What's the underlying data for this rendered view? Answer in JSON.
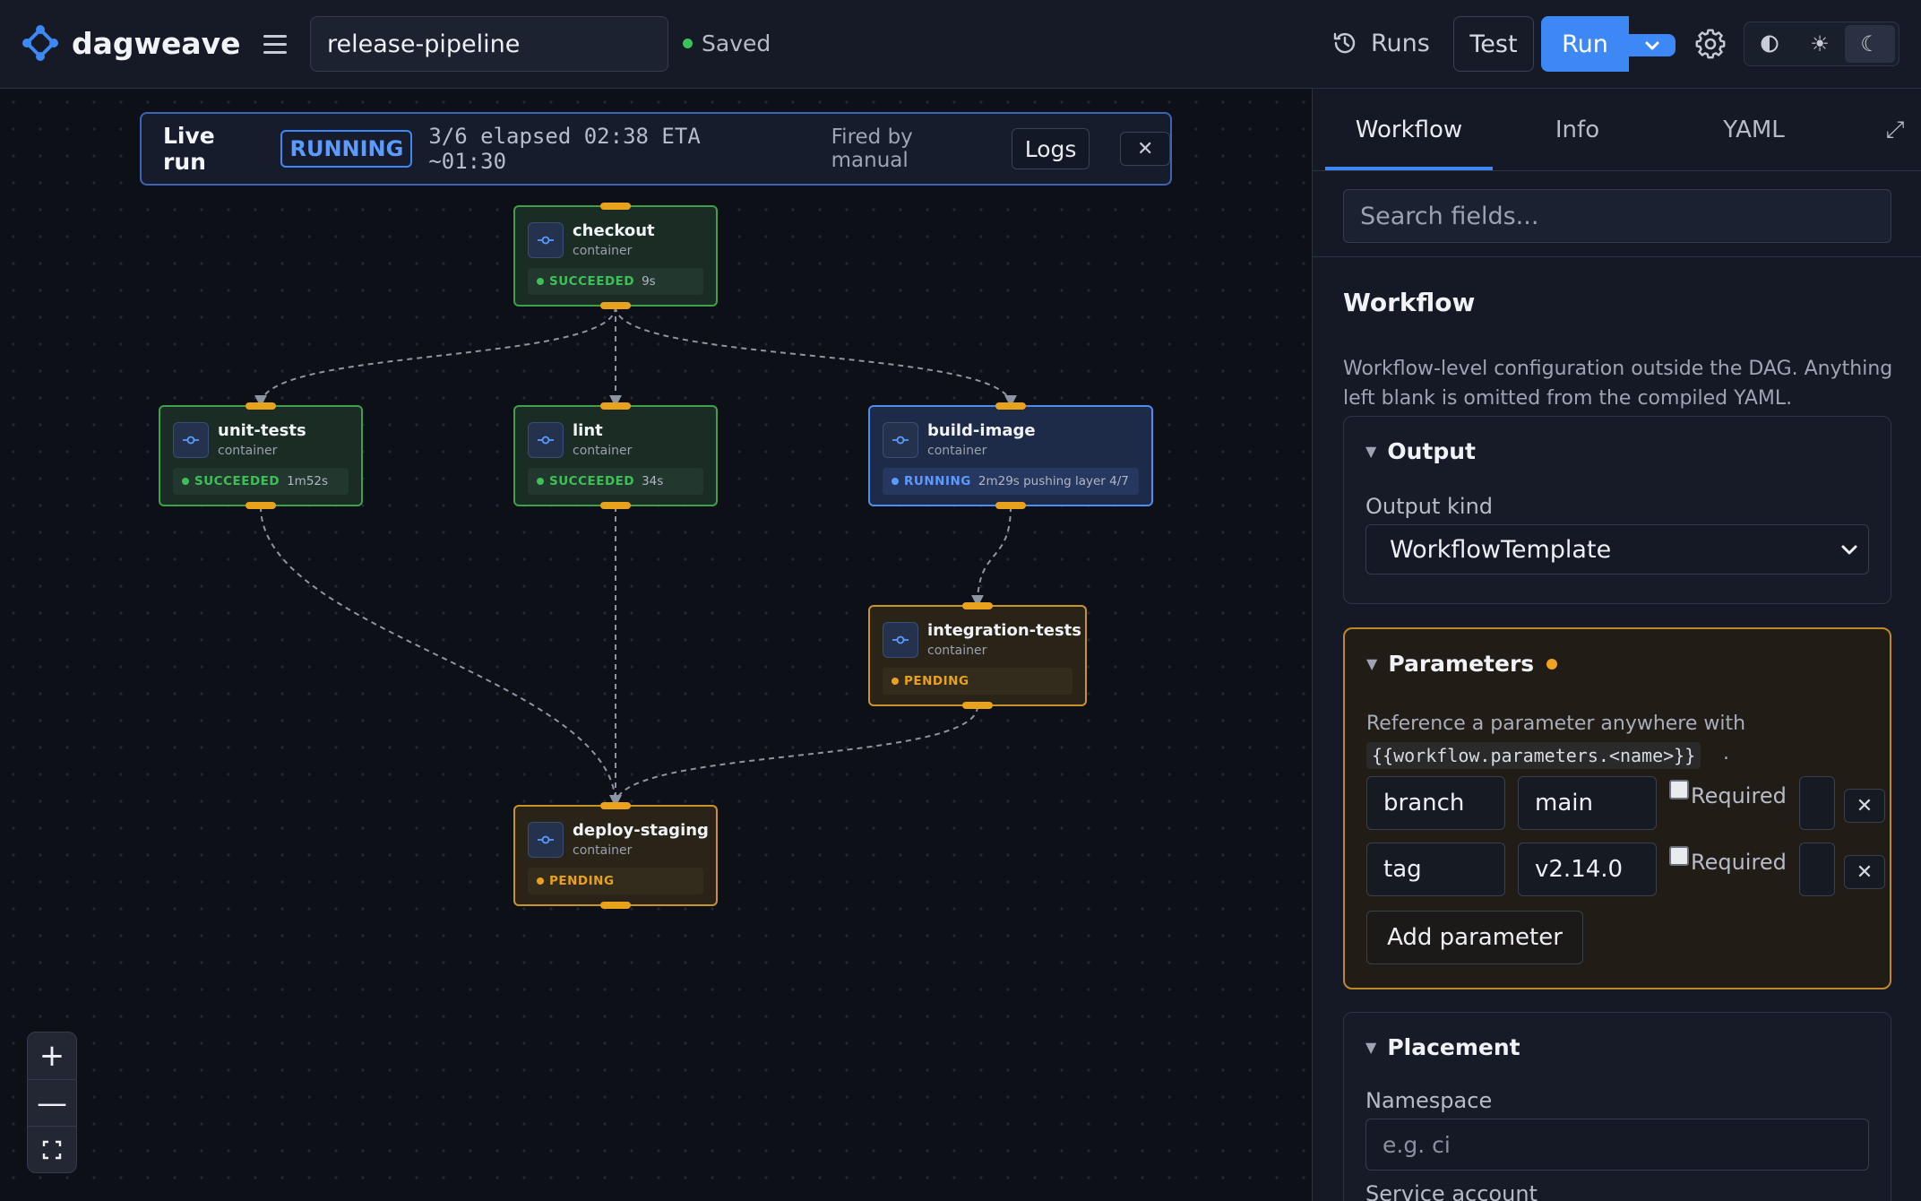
{
  "header": {
    "brand": "dagweave",
    "workflow_name": "release-pipeline",
    "save_status": "Saved",
    "runs_label": "Runs",
    "test_label": "Test",
    "run_label": "Run",
    "theme_options": [
      "contrast-icon",
      "sun-icon",
      "moon-icon"
    ],
    "active_theme": "moon-icon"
  },
  "banner": {
    "title": "Live run",
    "status": "RUNNING",
    "progress": "3/6 elapsed 02:38 ETA ~01:30",
    "fired_by": "Fired by manual",
    "logs_label": "Logs",
    "close_symbol": "✕"
  },
  "nodes": [
    {
      "name": "checkout",
      "type": "container",
      "status": "SUCCEEDED",
      "meta": "9s"
    },
    {
      "name": "unit-tests",
      "type": "container",
      "status": "SUCCEEDED",
      "meta": "1m52s"
    },
    {
      "name": "lint",
      "type": "container",
      "status": "SUCCEEDED",
      "meta": "34s"
    },
    {
      "name": "build-image",
      "type": "container",
      "status": "RUNNING",
      "meta": "2m29s  pushing layer 4/7"
    },
    {
      "name": "integration-tests",
      "type": "container",
      "status": "PENDING",
      "meta": ""
    },
    {
      "name": "deploy-staging",
      "type": "container",
      "status": "PENDING",
      "meta": ""
    }
  ],
  "edges": [
    [
      "checkout",
      "unit-tests"
    ],
    [
      "checkout",
      "lint"
    ],
    [
      "checkout",
      "build-image"
    ],
    [
      "unit-tests",
      "deploy-staging"
    ],
    [
      "lint",
      "deploy-staging"
    ],
    [
      "build-image",
      "integration-tests"
    ],
    [
      "integration-tests",
      "deploy-staging"
    ]
  ],
  "status_colors": {
    "SUCCEEDED": "#3fbf5a",
    "RUNNING": "#5b9bff",
    "PENDING": "#e8a21b"
  },
  "zoom_controls": {
    "zoom_in": "+",
    "zoom_out": "—"
  },
  "panel": {
    "tabs": [
      "Workflow",
      "Info",
      "YAML"
    ],
    "active_tab": "Workflow",
    "search_placeholder": "Search fields...",
    "section_title": "Workflow",
    "section_description": "Workflow-level configuration outside the DAG. Anything left blank is omitted from the compiled YAML.",
    "output": {
      "title": "Output",
      "kind_label": "Output kind",
      "kind_value": "WorkflowTemplate"
    },
    "parameters": {
      "title": "Parameters",
      "description": "Reference a parameter anywhere with",
      "code": "{{workflow.parameters.<name>}}",
      "code_suffix": ".",
      "required_label": "Required",
      "items": [
        {
          "key": "branch",
          "value": "main",
          "required": false
        },
        {
          "key": "tag",
          "value": "v2.14.0",
          "required": false
        }
      ],
      "add_label": "Add parameter"
    },
    "placement": {
      "title": "Placement",
      "namespace_label": "Namespace",
      "namespace_placeholder": "e.g. ci",
      "service_account_label": "Service account"
    }
  }
}
